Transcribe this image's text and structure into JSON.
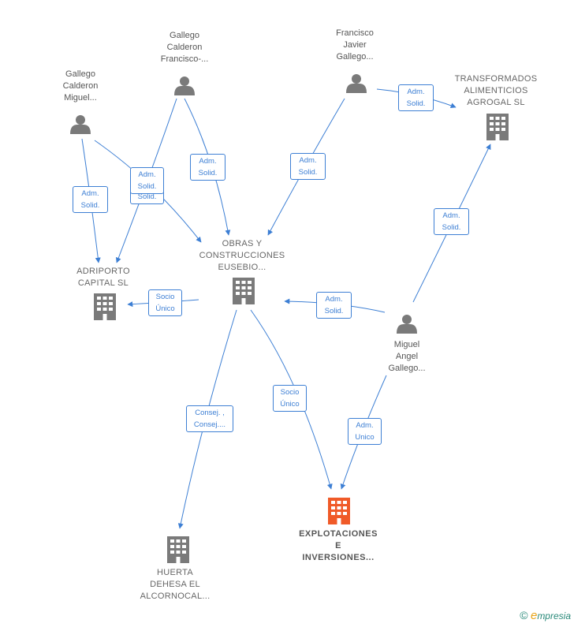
{
  "colors": {
    "edge": "#3d7fd4",
    "node": "#7a7a7a",
    "highlight": "#f05a28"
  },
  "people": {
    "p1": "Gallego\nCalderon\nFrancisco-...",
    "p2": "Francisco\nJavier\nGallego...",
    "p3": "Gallego\nCalderon\nMiguel...",
    "p4": "Miguel\nAngel\nGallego..."
  },
  "companies": {
    "c1": "TRANSFORMADOS\nALIMENTICIOS\nAGROGAL  SL",
    "c2": "OBRAS Y\nCONSTRUCCIONES\nEUSEBIO...",
    "c3": "ADRIPORTO\nCAPITAL  SL",
    "c4": "EXPLOTACIONES\nE\nINVERSIONES...",
    "c5": "HUERTA\nDEHESA EL\nALCORNOCAL..."
  },
  "edges": {
    "e1": "Adm.\nSolid.",
    "e2": "Adm.\nSolid.",
    "e3": "Adm.\nSolid.",
    "e4": "Adm.\nSolid.",
    "e5": "Adm.\nSolid.",
    "e6": "Adm.\nSolid.",
    "e7": "Adm.\nSolid.",
    "e8": "Adm.\nSolid.",
    "e9": "Socio\nÚnico",
    "e10": "Socio\nÚnico",
    "e11": "Consej. ,\nConsej....",
    "e12": "Adm.\nUnico"
  },
  "brand": {
    "copyright": "©",
    "e": "e",
    "rest": "mpresia"
  }
}
